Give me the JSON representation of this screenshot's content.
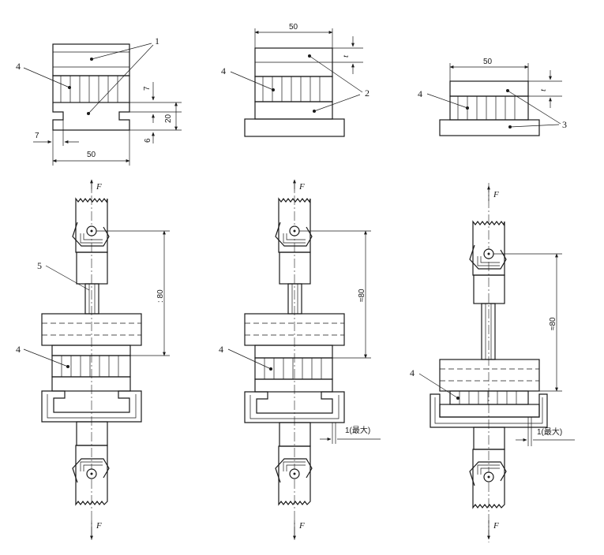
{
  "labels": {
    "part1": "1",
    "part2": "2",
    "part3": "3",
    "part4": "4",
    "part5": "5",
    "force": "F"
  },
  "dims": {
    "width50": "50",
    "dim7": "7",
    "dim20": "20",
    "dim6": "6",
    "thickness_t": "t",
    "approx80_left": ": 80",
    "approx80": "≈80",
    "gap_max": "1(最大)"
  },
  "colors": {
    "ink": "#1a1a1a",
    "paper": "#ffffff"
  }
}
